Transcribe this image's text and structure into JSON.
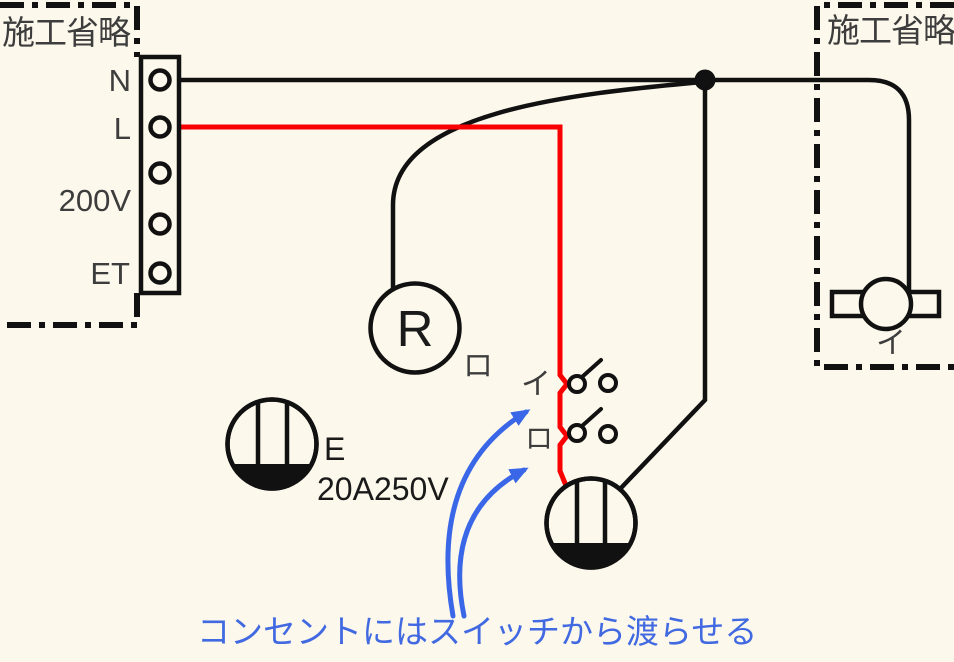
{
  "diagram": {
    "type": "electrical-wiring-practice-diagram",
    "background": "#FCF8EB",
    "left_panel_label": "施工省略",
    "right_panel_label": "施工省略",
    "terminal_block": {
      "labels": {
        "n": "N",
        "l": "L",
        "v200": "200V",
        "et": "ET"
      }
    },
    "devices": {
      "lamp_receptacle": {
        "letter": "R",
        "circuit_label": "ロ"
      },
      "outlet_20a": {
        "ground_label": "E",
        "rating": "20A250V"
      },
      "switch_i": {
        "label": "イ"
      },
      "switch_ro": {
        "label": "ロ"
      },
      "ceiling_light": {
        "label": "イ"
      }
    },
    "annotation": {
      "text": "コンセントにはスイッチから渡らせる"
    },
    "colors": {
      "neutral_wire": "#111111",
      "live_wire": "#F80000",
      "arrow_blue": "#3A67E8",
      "annotation_blue": "#4169E1",
      "label_gray": "#3d3d3d"
    }
  }
}
